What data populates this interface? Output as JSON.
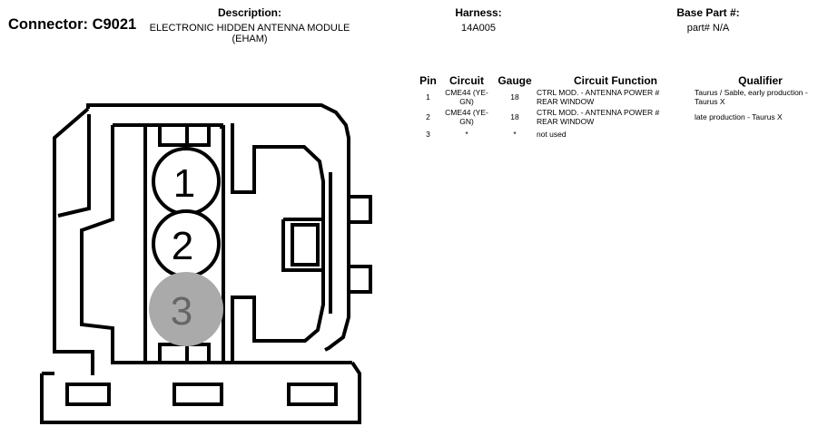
{
  "connector": {
    "label": "Connector:",
    "id": "C9021"
  },
  "description": {
    "header": "Description:",
    "line1": "ELECTRONIC HIDDEN ANTENNA MODULE",
    "line2": "(EHAM)"
  },
  "harness": {
    "header": "Harness:",
    "value": "14A005"
  },
  "base_part": {
    "header": "Base Part #:",
    "value": "part# N/A"
  },
  "table": {
    "headers": {
      "pin": "Pin",
      "circuit": "Circuit",
      "gauge": "Gauge",
      "function": "Circuit Function",
      "qualifier": "Qualifier"
    },
    "rows": [
      {
        "pin": "1",
        "circuit_l1": "CME44 (YE-",
        "circuit_l2": "GN)",
        "gauge": "18",
        "function_l1": "CTRL MOD. - ANTENNA POWER #",
        "function_l2": "REAR WINDOW",
        "qualifier_l1": "Taurus / Sable, early production -",
        "qualifier_l2": "Taurus X"
      },
      {
        "pin": "2",
        "circuit_l1": "CME44 (YE-",
        "circuit_l2": "GN)",
        "gauge": "18",
        "function_l1": "CTRL MOD. - ANTENNA POWER #",
        "function_l2": "REAR WINDOW",
        "qualifier_l1": "late production - Taurus X",
        "qualifier_l2": ""
      },
      {
        "pin": "3",
        "circuit_l1": "*",
        "circuit_l2": "",
        "gauge": "*",
        "function_l1": "not used",
        "function_l2": "",
        "qualifier_l1": "",
        "qualifier_l2": ""
      }
    ]
  },
  "pins": [
    {
      "number": "1",
      "fill": "#ffffff",
      "text_color": "#000000"
    },
    {
      "number": "2",
      "fill": "#ffffff",
      "text_color": "#000000"
    },
    {
      "number": "3",
      "fill": "#aaaaaa",
      "text_color": "#666666"
    }
  ]
}
